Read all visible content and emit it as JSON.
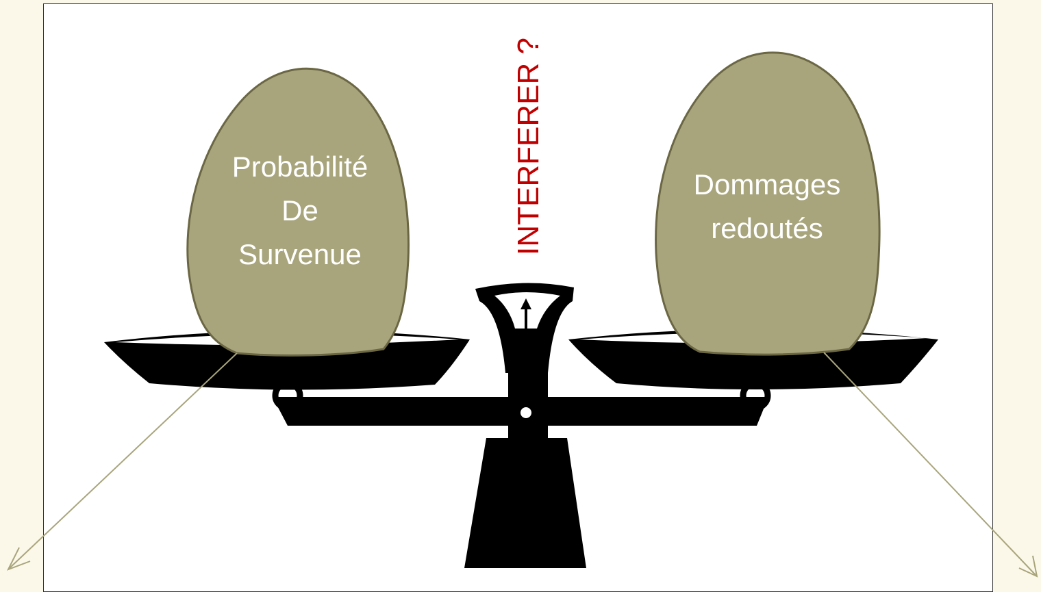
{
  "stones": {
    "left": {
      "line1": "Probabilité",
      "line2": "De",
      "line3": "Survenue"
    },
    "right": {
      "line1": "Dommages",
      "line2": "redoutés"
    }
  },
  "question": "INTERFERER ?",
  "colors": {
    "stone_fill": "#a8a57c",
    "stone_stroke": "#6b6744",
    "scale": "#000000",
    "question": "#c00000",
    "arrow": "#a8a57c",
    "background": "#fbf8ea",
    "panel": "#ffffff"
  }
}
